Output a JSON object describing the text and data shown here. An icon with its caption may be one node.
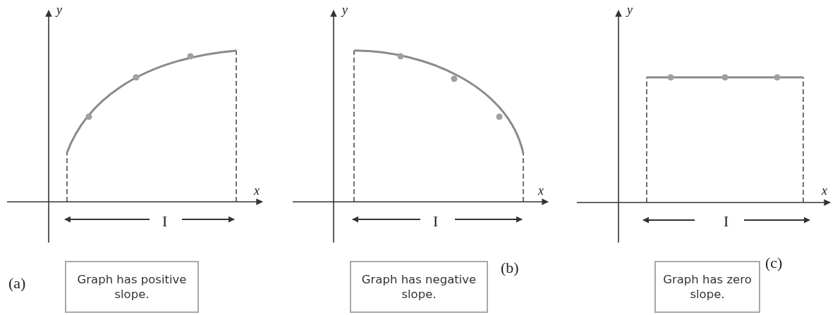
{
  "diagram": {
    "nodes": [
      {
        "text": [
          "Graph has positive slope."
        ]
      },
      {
        "text": [
          "Graph has negative slope."
        ]
      },
      {
        "text": [
          "Graph has zero slope."
        ]
      }
    ],
    "labels": [
      "y",
      "x",
      "I",
      "(a)",
      "y",
      "x",
      "I",
      "(b)",
      "y",
      "x",
      "I",
      "(c)"
    ]
  }
}
